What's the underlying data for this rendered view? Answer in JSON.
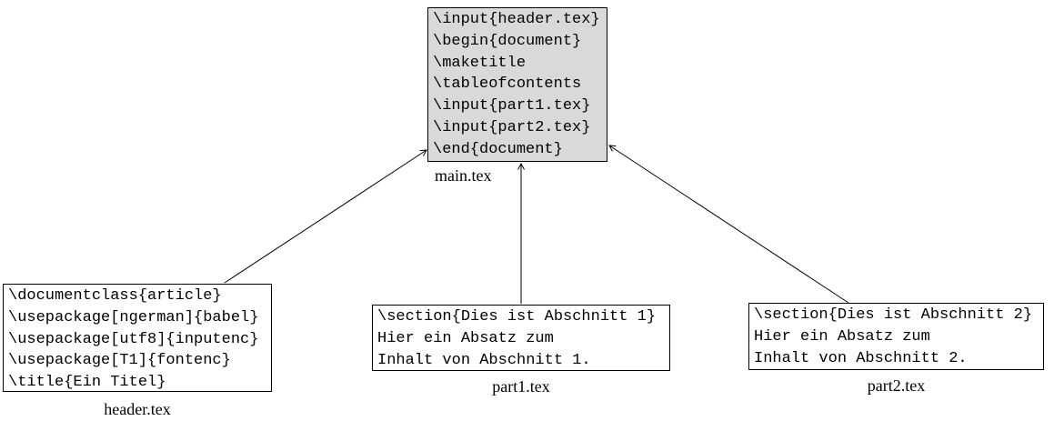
{
  "diagram": {
    "type": "file-inclusion-diagram",
    "colors": {
      "main_box_fill": "#d9d9d9",
      "file_box_fill": "#ffffff",
      "border": "#000000",
      "line": "#000000",
      "text": "#000000"
    },
    "main": {
      "label": "main.tex",
      "code": [
        "\\input{header.tex}",
        "\\begin{document}",
        "\\maketitle",
        "\\tableofcontents",
        "\\input{part1.tex}",
        "\\input{part2.tex}",
        "\\end{document}"
      ]
    },
    "header": {
      "label": "header.tex",
      "code": [
        "\\documentclass{article}",
        "\\usepackage[ngerman]{babel}",
        "\\usepackage[utf8]{inputenc}",
        "\\usepackage[T1]{fontenc}",
        "\\title{Ein Titel}"
      ]
    },
    "part1": {
      "label": "part1.tex",
      "code": [
        "\\section{Dies ist Abschnitt 1}",
        "Hier ein Absatz zum",
        "Inhalt von Abschnitt 1."
      ]
    },
    "part2": {
      "label": "part2.tex",
      "code": [
        "\\section{Dies ist Abschnitt 2}",
        "Hier ein Absatz zum",
        "Inhalt von Abschnitt 2."
      ]
    },
    "edges": [
      {
        "from": "header.tex",
        "to": "main.tex"
      },
      {
        "from": "part1.tex",
        "to": "main.tex"
      },
      {
        "from": "part2.tex",
        "to": "main.tex"
      }
    ]
  }
}
